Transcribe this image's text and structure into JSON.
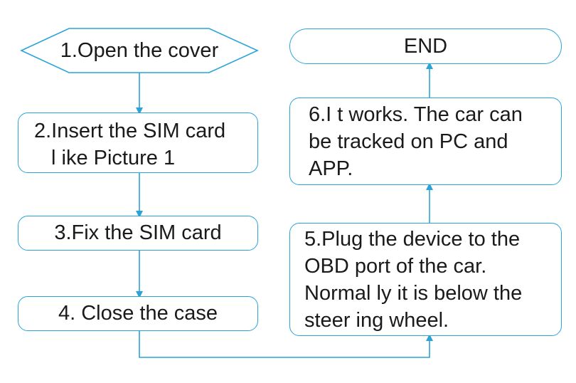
{
  "flowchart": {
    "step1": "1.Open the cover",
    "step2_lines": [
      "2.Insert the SIM card",
      "l ike Picture 1"
    ],
    "step3": "3.Fix the SIM card",
    "step4": "4. Close the case",
    "step5_lines": [
      "5.Plug the device to the",
      "OBD port of the car.",
      "Normal ly it is below the",
      "steer ing wheel."
    ],
    "step6_lines": [
      "6.I t works. The car can",
      "be tracked on PC and",
      "APP."
    ],
    "end": "END"
  },
  "colors": {
    "border": "#2aa4d8",
    "arrow": "#2aa4d8",
    "text": "#1a1a1a"
  }
}
